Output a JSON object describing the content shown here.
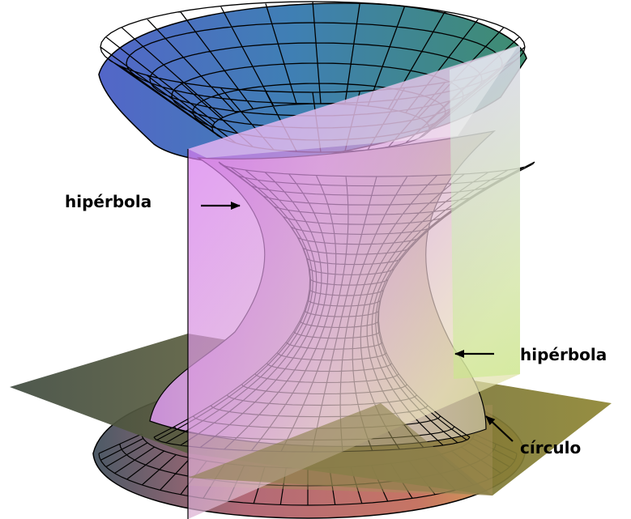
{
  "labels": {
    "hyperbola_left": "hipérbola",
    "hyperbola_right": "hipérbola",
    "circle": "círculo"
  },
  "colors": {
    "surface_top_left": "#4f63c6",
    "surface_top_right": "#3d8a7a",
    "vertical_plane_left": "#e070f0",
    "vertical_plane_right": "#d6f0a0",
    "horizontal_plane": "#6a6a3a",
    "bottom_red": "#c96a5a",
    "mesh_line": "#000000"
  },
  "icons": {
    "left_pointer": "arrow-right-icon",
    "right_pointer": "arrow-left-icon",
    "circle_pointer": "arrow-up-left-icon"
  }
}
